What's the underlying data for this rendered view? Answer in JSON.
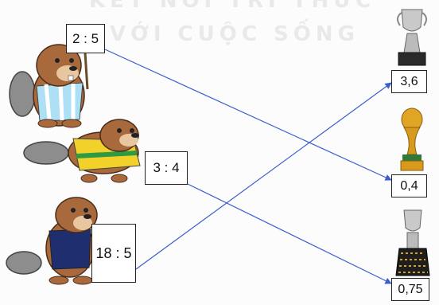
{
  "watermark": {
    "line1": "KẾT NỐI TRI THỨC",
    "line2": "VỚI CUỘC SỐNG"
  },
  "ratios": [
    "2 : 5",
    "3 : 4",
    "18 : 5"
  ],
  "answers": [
    "3,6",
    "0,4",
    "0,75"
  ],
  "colors": {
    "line": "#3a5fcd",
    "brown": "#a8693c",
    "gold": "#e0a524"
  }
}
